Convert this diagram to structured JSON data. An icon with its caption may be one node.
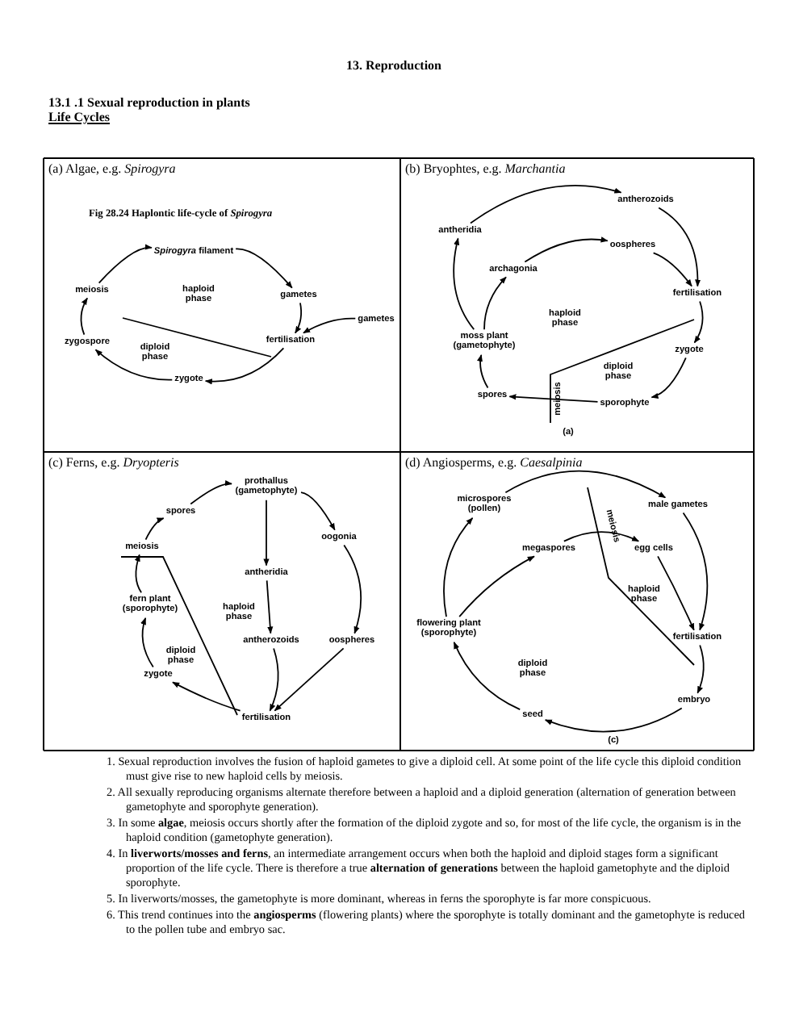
{
  "diagram": {
    "title": "13. Reproduction",
    "nodes": [
      {
        "text": [
          "*Spirogyra* filament"
        ]
      },
      {
        "text": [
          "meiosis"
        ]
      },
      {
        "text": [
          "gametes"
        ]
      },
      {
        "text": [
          "gametes"
        ]
      },
      {
        "text": [
          "fertilisation"
        ]
      },
      {
        "text": [
          "zygospore"
        ]
      },
      {
        "text": [
          "zygote"
        ]
      },
      {
        "text": [
          "antherozoids"
        ]
      },
      {
        "text": [
          "antheridia"
        ]
      },
      {
        "text": [
          "oospheres"
        ]
      },
      {
        "text": [
          "archagonia"
        ]
      },
      {
        "text": [
          "fertilisation"
        ]
      },
      {
        "text": [
          "moss plant (gametophyte)"
        ]
      },
      {
        "text": [
          "zygote"
        ]
      },
      {
        "text": [
          "spores"
        ]
      },
      {
        "text": [
          "sporophyte"
        ]
      },
      {
        "text": [
          "prothallus (gametophyte)"
        ]
      },
      {
        "text": [
          "spores"
        ]
      },
      {
        "text": [
          "oogonia"
        ]
      },
      {
        "text": [
          "meiosis"
        ]
      },
      {
        "text": [
          "antheridia"
        ]
      },
      {
        "text": [
          "fern plant (sporophyte)"
        ]
      },
      {
        "text": [
          "antherozoids"
        ]
      },
      {
        "text": [
          "oospheres"
        ]
      },
      {
        "text": [
          "zygote"
        ]
      },
      {
        "text": [
          "fertilisation"
        ]
      },
      {
        "text": [
          "microspores (pollen)"
        ]
      },
      {
        "text": [
          "male gametes"
        ]
      },
      {
        "text": [
          "megaspores"
        ]
      },
      {
        "text": [
          "egg cells"
        ]
      },
      {
        "text": [
          "fertilisation"
        ]
      },
      {
        "text": [
          "flowering plant (sporophyte)"
        ]
      },
      {
        "text": [
          "embryo"
        ]
      },
      {
        "text": [
          "seed"
        ]
      }
    ],
    "edges": [
      {
        "from": 1,
        "to": 0,
        "arrow": "to"
      },
      {
        "from": 0,
        "to": 2,
        "arrow": "to"
      },
      {
        "from": 2,
        "to": 4,
        "arrow": "to"
      },
      {
        "from": 3,
        "to": 4,
        "arrow": "to"
      },
      {
        "from": 4,
        "to": 6,
        "arrow": "to"
      },
      {
        "from": 6,
        "to": 5,
        "arrow": "to"
      },
      {
        "from": 5,
        "to": 1,
        "arrow": "to"
      },
      {
        "from": 12,
        "to": 8,
        "arrow": "to"
      },
      {
        "from": 8,
        "to": 7,
        "arrow": "to"
      },
      {
        "from": 7,
        "to": 11,
        "arrow": "to"
      },
      {
        "from": 12,
        "to": 10,
        "arrow": "to"
      },
      {
        "from": 10,
        "to": 9,
        "arrow": "to"
      },
      {
        "from": 9,
        "to": 11,
        "arrow": "to"
      },
      {
        "from": 11,
        "to": 13,
        "arrow": "to"
      },
      {
        "from": 13,
        "to": 15,
        "arrow": "to"
      },
      {
        "from": 15,
        "to": 14,
        "arrow": "to"
      },
      {
        "from": 14,
        "to": 12,
        "arrow": "to"
      },
      {
        "from": 17,
        "to": 16,
        "arrow": "to"
      },
      {
        "from": 16,
        "to": 18,
        "arrow": "to"
      },
      {
        "from": 16,
        "to": 20,
        "arrow": "to"
      },
      {
        "from": 20,
        "to": 22,
        "arrow": "to"
      },
      {
        "from": 18,
        "to": 23,
        "arrow": "to"
      },
      {
        "from": 22,
        "to": 25,
        "arrow": "to"
      },
      {
        "from": 23,
        "to": 25,
        "arrow": "to"
      },
      {
        "from": 25,
        "to": 24,
        "arrow": "to"
      },
      {
        "from": 24,
        "to": 21,
        "arrow": "to"
      },
      {
        "from": 21,
        "to": 19,
        "arrow": "to"
      },
      {
        "from": 19,
        "to": 17,
        "arrow": "to"
      },
      {
        "from": 31,
        "to": 26,
        "arrow": "to"
      },
      {
        "from": 31,
        "to": 28,
        "arrow": "to"
      },
      {
        "from": 26,
        "to": 27,
        "arrow": "to"
      },
      {
        "from": 28,
        "to": 29,
        "arrow": "to"
      },
      {
        "from": 27,
        "to": 30,
        "arrow": "to"
      },
      {
        "from": 29,
        "to": 30,
        "arrow": "to"
      },
      {
        "from": 30,
        "to": 32,
        "arrow": "to"
      },
      {
        "from": 32,
        "to": 33,
        "arrow": "to"
      },
      {
        "from": 33,
        "to": 31,
        "arrow": "to"
      }
    ],
    "labels": [
      "13.1 .1 Sexual reproduction in plants",
      "Life Cycles",
      "(a) Algae, e.g. *Spirogyra*",
      "Fig 28.24 Haplontic life-cycle of *Spirogyra*",
      "haploid phase",
      "diploid phase",
      "(b) Bryophtes, e.g. *Marchantia*",
      "haploid phase",
      "diploid phase",
      "meiosis",
      "(a)",
      "(c) Ferns, e.g. *Dryopteris*",
      "haploid phase",
      "diploid phase",
      "(d) Angiosperms, e.g. *Caesalpinia*",
      "meiosis",
      "haploid phase",
      "diploid phase",
      "(c)",
      "1. Sexual reproduction involves the fusion of haploid gametes to give a diploid cell. At some point of the life cycle this diploid condition must give rise to new haploid cells by meiosis.",
      "2. All sexually reproducing organisms alternate therefore between a haploid and a diploid generation (alternation of generation between gametophyte and sporophyte generation).",
      "3. In some **algae**, meiosis occurs shortly after the formation of the diploid zygote and so, for most of the life cycle, the organism is in the haploid condition (gametophyte generation).",
      "4. In **liverworts/mosses and ferns**, an intermediate arrangement occurs when both the haploid and diploid stages form a significant proportion of the life cycle. There is therefore a true **alternation of generations** between the haploid gametophyte and the diploid sporophyte.",
      "5. In liverworts/mosses, the gametophyte is more dominant, whereas in ferns the sporophyte is far more conspicuous.",
      "6. This trend continues into the **angiosperms** (flowering plants) where the sporophyte is totally dominant and the gametophyte is reduced to the pollen tube and embryo sac."
    ]
  }
}
